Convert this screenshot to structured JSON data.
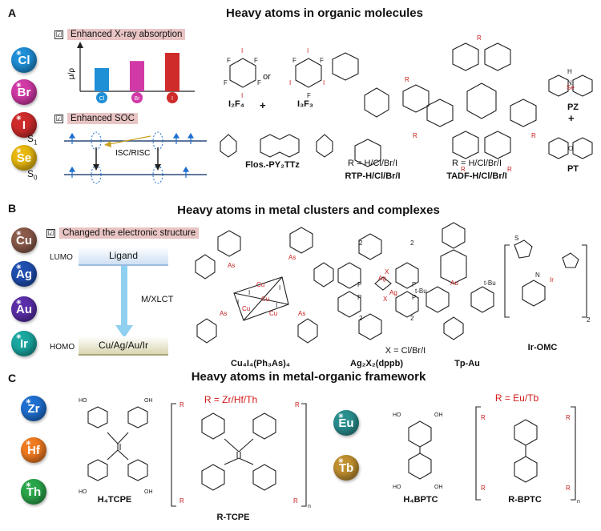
{
  "sections": {
    "a": {
      "letter": "A",
      "title": "Heavy atoms in organic molecules",
      "elements": [
        "Cl",
        "Br",
        "I",
        "Se"
      ],
      "colors": [
        "#1f8fd6",
        "#d13aa6",
        "#cf2b2b",
        "#f0c419"
      ],
      "tag1": "Enhanced X-ray absorption",
      "yaxis": "μ/ρ",
      "bar_labels": [
        "Cl",
        "Br",
        "I"
      ],
      "tag2": "Enhanced SOC",
      "s1": "S",
      "s1_sub": "1",
      "s0": "S",
      "s0_sub": "0",
      "isc": "ISC/RISC",
      "mol_i2f4": "I₂F₄",
      "or": "or",
      "mol_i3f3": "I₃F₃",
      "plus": "+",
      "mol_flos": "Flos.-PY₂TTz",
      "rtp_r": "R = H/Cl/Br/I",
      "rtp": "RTP-H/Cl/Br/I",
      "tadf_r": "R = H/Cl/Br/I",
      "tadf": "TADF-H/Cl/Br/I",
      "pz": "PZ",
      "pz_plus": "+",
      "pt": "PT"
    },
    "b": {
      "letter": "B",
      "title": "Heavy atoms in metal clusters and complexes",
      "elements": [
        "Cu",
        "Ag",
        "Au",
        "Ir"
      ],
      "colors": [
        "#8a5a4a",
        "#1f4fb0",
        "#5a2ea8",
        "#1aa7a0"
      ],
      "tag": "Changed the electronic structure",
      "lumo": "LUMO",
      "ligand": "Ligand",
      "mxlct": "M/XLCT",
      "homo": "HOMO",
      "metals": "Cu/Ag/Au/Ir",
      "cu4i4": "Cu₄I₄(Ph₃As)₄",
      "ag_x": "X = Cl/Br/I",
      "ag2x2": "Ag₂X₂(dppb)",
      "tpau": "Tp-Au",
      "iromc": "Ir-OMC"
    },
    "c": {
      "letter": "C",
      "title": "Heavy atoms in metal-organic framework",
      "elements": [
        "Zr",
        "Hf",
        "Th",
        "Eu",
        "Tb"
      ],
      "colors": [
        "#1f6fd0",
        "#f07a20",
        "#2aa64a",
        "#2a8f8f",
        "#c09030"
      ],
      "h4tcpe": "H₄TCPE",
      "rtcpe_r": "R = Zr/Hf/Th",
      "rtcpe": "R-TCPE",
      "h4bptc": "H₄BPTC",
      "rbptc_r": "R = Eu/Tb",
      "rbptc": "R-BPTC"
    }
  },
  "chart_data": {
    "type": "bar",
    "categories": [
      "Cl",
      "Br",
      "I"
    ],
    "values": [
      1,
      1.3,
      1.65
    ],
    "ylabel": "μ/ρ",
    "colors": [
      "#1f8fd6",
      "#d13aa6",
      "#cf2b2b"
    ]
  }
}
